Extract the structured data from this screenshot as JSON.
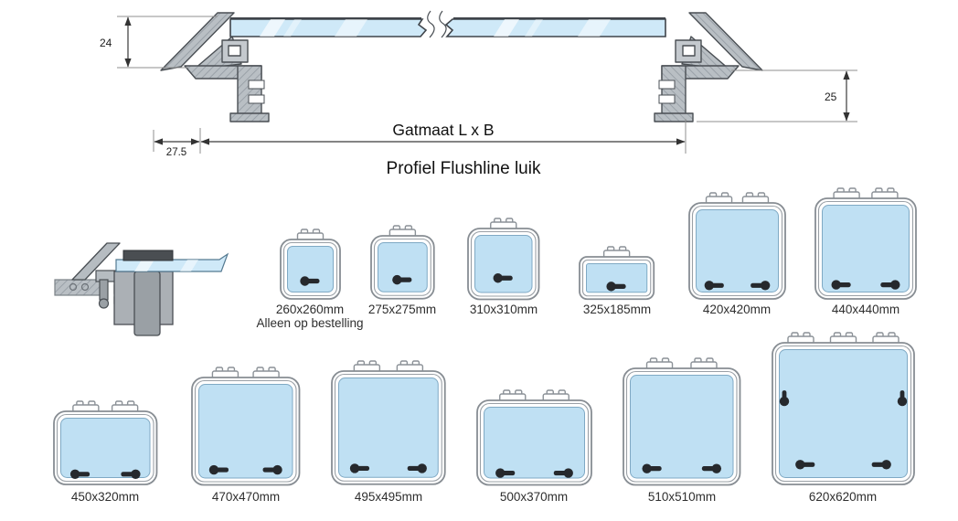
{
  "drawing": {
    "dim_height_left": "24",
    "dim_height_right": "25",
    "dim_offset": "27.5",
    "dim_span": "Gatmaat L x B",
    "caption": "Profiel Flushline luik"
  },
  "colors": {
    "profile_glass": "#cfe9f8",
    "hatch_glass": "#bfe0f3",
    "frame_stroke": "#878d93",
    "handle": "#26292d",
    "profile_fill": "#b9bfc4",
    "outline": "#4a4f54"
  },
  "hatch_grid": {
    "rows": [
      {
        "items": [
          {
            "label": "260x260mm",
            "note": "Alleen op bestelling",
            "width_mm": 260,
            "height_mm": 260,
            "hinges": 1,
            "handles": 1,
            "side_handles": false
          },
          {
            "label": "275x275mm",
            "width_mm": 275,
            "height_mm": 275,
            "hinges": 1,
            "handles": 1,
            "side_handles": false
          },
          {
            "label": "310x310mm",
            "width_mm": 310,
            "height_mm": 310,
            "hinges": 1,
            "handles": 1,
            "side_handles": false
          },
          {
            "label": "325x185mm",
            "width_mm": 325,
            "height_mm": 185,
            "hinges": 1,
            "handles": 1,
            "side_handles": false
          },
          {
            "label": "420x420mm",
            "width_mm": 420,
            "height_mm": 420,
            "hinges": 2,
            "handles": 2,
            "side_handles": false
          },
          {
            "label": "440x440mm",
            "width_mm": 440,
            "height_mm": 440,
            "hinges": 2,
            "handles": 2,
            "side_handles": false
          }
        ]
      },
      {
        "items": [
          {
            "label": "450x320mm",
            "width_mm": 450,
            "height_mm": 320,
            "hinges": 2,
            "handles": 2,
            "side_handles": false
          },
          {
            "label": "470x470mm",
            "width_mm": 470,
            "height_mm": 470,
            "hinges": 2,
            "handles": 2,
            "side_handles": false
          },
          {
            "label": "495x495mm",
            "width_mm": 495,
            "height_mm": 495,
            "hinges": 2,
            "handles": 2,
            "side_handles": false
          },
          {
            "label": "500x370mm",
            "width_mm": 500,
            "height_mm": 370,
            "hinges": 2,
            "handles": 2,
            "side_handles": false
          },
          {
            "label": "510x510mm",
            "width_mm": 510,
            "height_mm": 510,
            "hinges": 2,
            "handles": 2,
            "side_handles": false
          },
          {
            "label": "620x620mm",
            "width_mm": 620,
            "height_mm": 620,
            "hinges": 3,
            "handles": 2,
            "side_handles": true
          }
        ]
      }
    ]
  }
}
